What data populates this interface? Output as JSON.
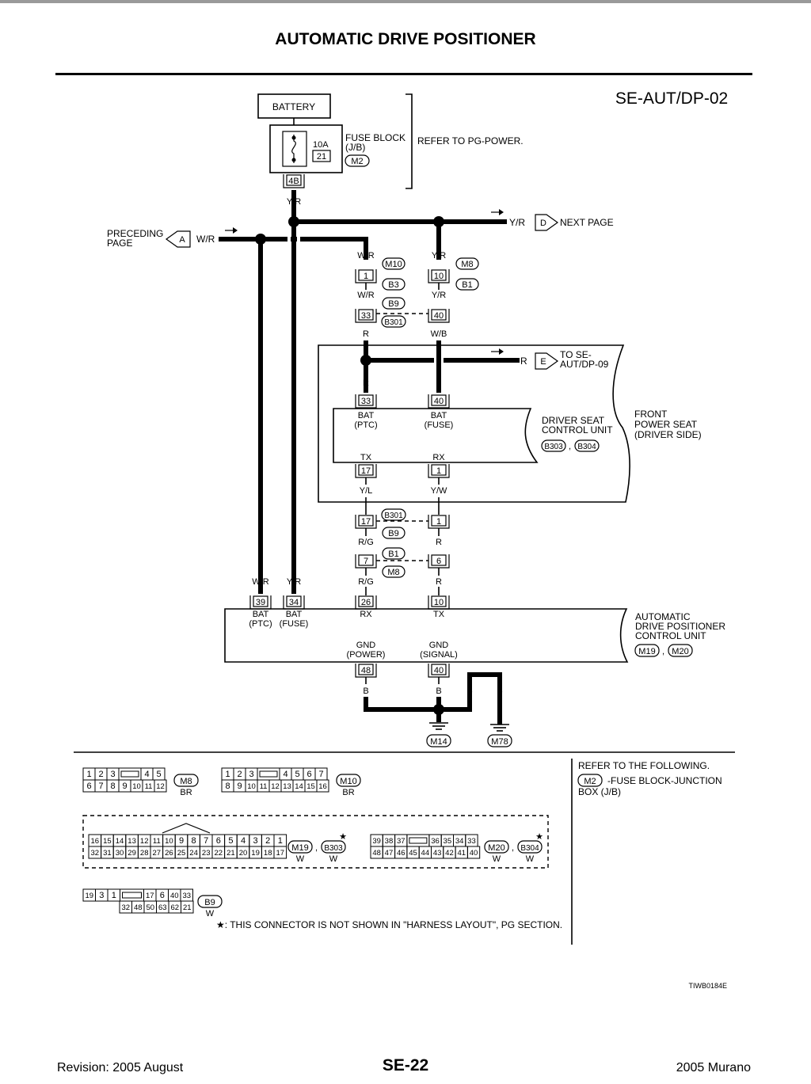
{
  "page": {
    "title": "AUTOMATIC DRIVE POSITIONER",
    "diagram_id": "SE-AUT/DP-02",
    "figure_code": "TIWB0184E"
  },
  "footer": {
    "revision": "Revision: 2005 August",
    "page_number": "SE-22",
    "model": "2005 Murano"
  },
  "power": {
    "battery": "BATTERY",
    "fuse_amp": "10A",
    "fuse_no": "21",
    "fuse_block_1": "FUSE BLOCK",
    "fuse_block_2": "(J/B)",
    "fuse_block_conn": "M2",
    "refer": "REFER TO PG-POWER.",
    "pin_4b": "4B",
    "wire_yr": "Y/R"
  },
  "links": {
    "preceding_1": "PRECEDING",
    "preceding_2": "PAGE",
    "letter_a": "A",
    "wire_wr": "W/R",
    "next_page": "NEXT PAGE",
    "letter_d": "D",
    "wire_yr": "Y/R",
    "to_se_1": "TO SE-",
    "to_se_2": "AUT/DP-09",
    "letter_e": "E",
    "wire_r": "R"
  },
  "joint1": {
    "wire_wr_top": "W/R",
    "pin_1": "1",
    "conn_m10": "M10",
    "conn_b3": "B3",
    "wire_wr_mid": "W/R",
    "conn_b9": "B9",
    "pin_33": "33",
    "conn_b301": "B301",
    "wire_r": "R",
    "wire_yr_top": "Y/R",
    "pin_10": "10",
    "conn_m8": "M8",
    "conn_b1": "B1",
    "wire_yr_mid": "Y/R",
    "pin_40": "40",
    "wire_wb": "W/B"
  },
  "dscu": {
    "wire_r": "R",
    "pin_33": "33",
    "pin_40": "40",
    "bat_ptc_1": "BAT",
    "bat_ptc_2": "(PTC)",
    "bat_fuse_1": "BAT",
    "bat_fuse_2": "(FUSE)",
    "name_1": "DRIVER SEAT",
    "name_2": "CONTROL UNIT",
    "conn_b303": "B303",
    "conn_b304": "B304",
    "comma": ",",
    "fps_1": "FRONT",
    "fps_2": "POWER SEAT",
    "fps_3": "(DRIVER SIDE)",
    "tx": "TX",
    "rx": "RX",
    "pin_17": "17",
    "pin_1": "1",
    "wire_yl": "Y/L",
    "wire_yw": "Y/W"
  },
  "joint2": {
    "pin_17": "17",
    "conn_b301": "B301",
    "conn_b9": "B9",
    "pin_1": "1",
    "wire_rg": "R/G",
    "wire_r": "R",
    "conn_b1": "B1",
    "pin_7": "7",
    "conn_m8": "M8",
    "pin_6": "6",
    "wire_rg2": "R/G",
    "wire_r2": "R"
  },
  "adpcu": {
    "wire_wr": "W/R",
    "wire_yr": "Y/R",
    "pin_39": "39",
    "pin_34": "34",
    "pin_26": "26",
    "pin_10": "10",
    "bat_ptc_1": "BAT",
    "bat_ptc_2": "(PTC)",
    "bat_fuse_1": "BAT",
    "bat_fuse_2": "(FUSE)",
    "rx": "RX",
    "tx": "TX",
    "gnd_power_1": "GND",
    "gnd_power_2": "(POWER)",
    "gnd_signal_1": "GND",
    "gnd_signal_2": "(SIGNAL)",
    "name_1": "AUTOMATIC",
    "name_2": "DRIVE POSITIONER",
    "name_3": "CONTROL UNIT",
    "conn_m19": "M19",
    "conn_m20": "M20",
    "comma": ",",
    "pin_48": "48",
    "pin_40": "40",
    "wire_b": "B",
    "ground_m14": "M14",
    "ground_m78": "M78"
  },
  "connectors": {
    "m8": {
      "row1": [
        "1",
        "2",
        "3",
        "",
        "4",
        "5"
      ],
      "row2": [
        "6",
        "7",
        "8",
        "9",
        "10",
        "11",
        "12"
      ],
      "name": "M8",
      "color": "BR"
    },
    "m10": {
      "row1": [
        "1",
        "2",
        "3",
        "",
        "4",
        "5",
        "6",
        "7"
      ],
      "row2": [
        "8",
        "9",
        "10",
        "11",
        "12",
        "13",
        "14",
        "15",
        "16"
      ],
      "name": "M10",
      "color": "BR"
    },
    "m19": {
      "row1": [
        "16",
        "15",
        "14",
        "13",
        "12",
        "11",
        "10",
        "9",
        "8",
        "7",
        "6",
        "5",
        "4",
        "3",
        "2",
        "1"
      ],
      "row2": [
        "32",
        "31",
        "30",
        "29",
        "28",
        "27",
        "26",
        "25",
        "24",
        "23",
        "22",
        "21",
        "20",
        "19",
        "18",
        "17"
      ],
      "name": "M19",
      "name2": "B303",
      "color": "W",
      "color2": "W",
      "comma": ","
    },
    "m20": {
      "row1": [
        "39",
        "38",
        "37",
        "",
        "36",
        "35",
        "34",
        "33"
      ],
      "row2": [
        "48",
        "47",
        "46",
        "45",
        "44",
        "43",
        "42",
        "41",
        "40"
      ],
      "name": "M20",
      "name2": "B304",
      "color": "W",
      "color2": "W",
      "comma": ","
    },
    "b9": {
      "row1": [
        "19",
        "3",
        "1",
        "",
        "17",
        "6",
        "40",
        "33"
      ],
      "row2": [
        "32",
        "48",
        "50",
        "63",
        "62",
        "21"
      ],
      "name": "B9",
      "color": "W"
    },
    "refer_title": "REFER TO THE FOLLOWING.",
    "refer_conn": "M2",
    "refer_text_1": "-FUSE BLOCK-JUNCTION",
    "refer_text_2": "BOX (J/B)",
    "star": "★",
    "note": "★: THIS CONNECTOR IS NOT SHOWN IN \"HARNESS LAYOUT\", PG SECTION."
  }
}
